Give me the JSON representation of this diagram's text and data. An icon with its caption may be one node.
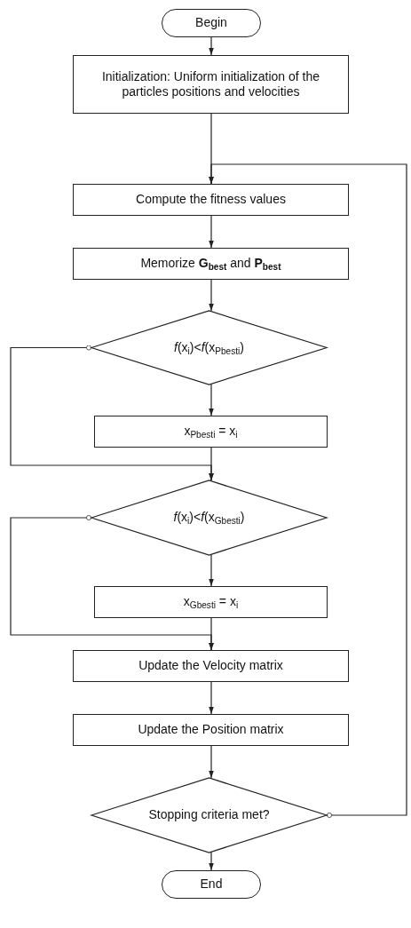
{
  "diagram": {
    "nodes": [
      {
        "text": [
          "Begin"
        ]
      },
      {
        "text": [
          "Initialization: Uniform initialization of the particles positions and velocities"
        ]
      },
      {
        "text": [
          "Compute the fitness values"
        ]
      },
      {
        "text": [
          "Memorize **G**$_{best}$ and **P**$_{best}$"
        ]
      },
      {
        "text": [
          "*f*(x$_{i}$)<*f*(x$_{Pbesti}$)"
        ]
      },
      {
        "text": [
          "x$_{Pbesti}$ = x$_{i}$"
        ]
      },
      {
        "text": [
          "*f*(x$_{i}$)<*f*(x$_{Gbesti}$)"
        ]
      },
      {
        "text": [
          "x$_{Gbesti}$ = x$_{i}$"
        ]
      },
      {
        "text": [
          "Update the Velocity matrix"
        ]
      },
      {
        "text": [
          "Update the Position matrix"
        ]
      },
      {
        "text": [
          "Stopping criteria met?"
        ]
      },
      {
        "text": [
          "End"
        ]
      }
    ],
    "edges": [
      {
        "from": 0,
        "to": 1,
        "arrow": "to"
      },
      {
        "from": 1,
        "to": 2,
        "arrow": "to"
      },
      {
        "from": 2,
        "to": 3,
        "arrow": "to"
      },
      {
        "from": 3,
        "to": 4,
        "arrow": "to"
      },
      {
        "from": 4,
        "to": 5,
        "arrow": "to"
      },
      {
        "from": 4,
        "to": 6,
        "arrow": "to"
      },
      {
        "from": 5,
        "to": 6,
        "arrow": "to"
      },
      {
        "from": 6,
        "to": 7,
        "arrow": "to"
      },
      {
        "from": 6,
        "to": 8,
        "arrow": "to"
      },
      {
        "from": 7,
        "to": 8,
        "arrow": "to"
      },
      {
        "from": 8,
        "to": 9,
        "arrow": "to"
      },
      {
        "from": 9,
        "to": 10,
        "arrow": "to"
      },
      {
        "from": 10,
        "to": 11,
        "arrow": "to"
      },
      {
        "from": 10,
        "to": 2,
        "arrow": "to"
      }
    ]
  }
}
